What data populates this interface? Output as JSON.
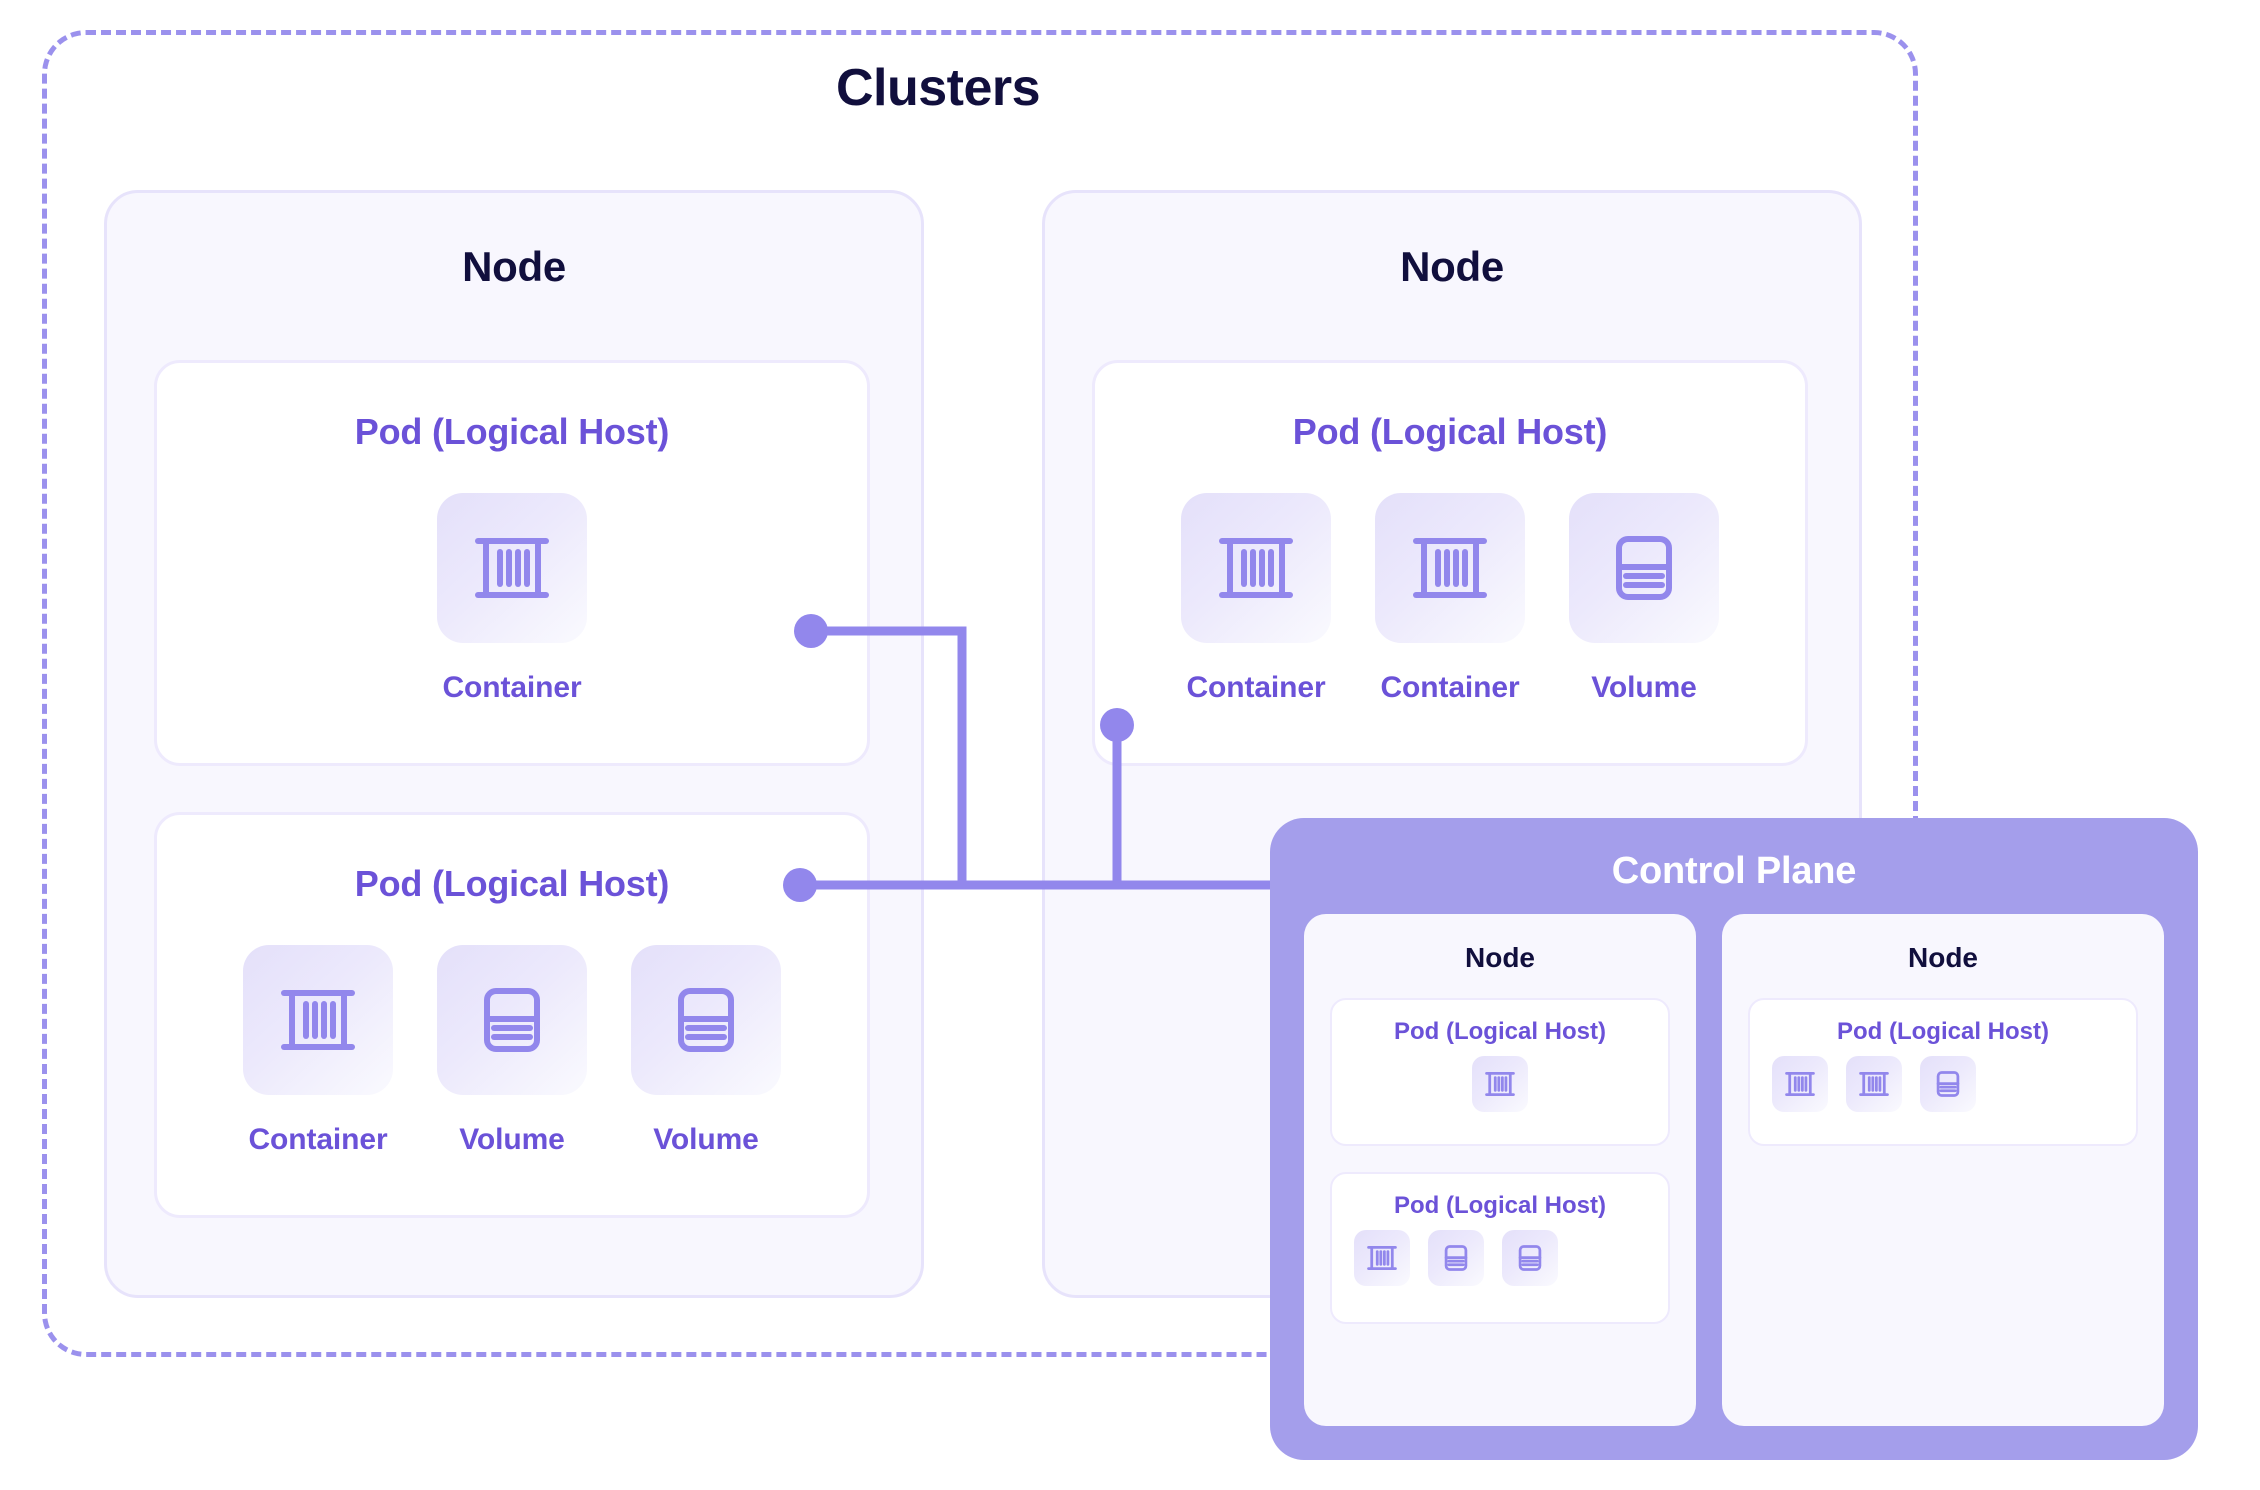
{
  "diagram": {
    "title": "Clusters",
    "accent_color": "#7c63e0",
    "control_plane_color": "#a49eeb",
    "dark_text_color": "#110f3d",
    "node_bg_color": "#f8f7fe",
    "pod_bg_color": "#ffffff"
  },
  "labels": {
    "node": "Node",
    "pod": "Pod (Logical Host)",
    "container": "Container",
    "volume": "Volume",
    "control_plane": "Control Plane"
  },
  "clusters": {
    "title": "Clusters",
    "nodes": [
      {
        "title": "Node",
        "pods": [
          {
            "title": "Pod (Logical Host)",
            "items": [
              {
                "icon": "container-icon",
                "label": "Container"
              }
            ]
          },
          {
            "title": "Pod (Logical Host)",
            "items": [
              {
                "icon": "container-icon",
                "label": "Container"
              },
              {
                "icon": "volume-icon",
                "label": "Volume"
              },
              {
                "icon": "volume-icon",
                "label": "Volume"
              }
            ]
          }
        ]
      },
      {
        "title": "Node",
        "pods": [
          {
            "title": "Pod (Logical Host)",
            "items": [
              {
                "icon": "container-icon",
                "label": "Container"
              },
              {
                "icon": "container-icon",
                "label": "Container"
              },
              {
                "icon": "volume-icon",
                "label": "Volume"
              }
            ]
          }
        ]
      }
    ]
  },
  "control_plane": {
    "title": "Control Plane",
    "nodes": [
      {
        "title": "Node",
        "pods": [
          {
            "title": "Pod (Logical Host)",
            "items": [
              {
                "icon": "container-icon"
              }
            ]
          },
          {
            "title": "Pod (Logical Host)",
            "items": [
              {
                "icon": "container-icon"
              },
              {
                "icon": "volume-icon"
              },
              {
                "icon": "volume-icon"
              }
            ]
          }
        ]
      },
      {
        "title": "Node",
        "pods": [
          {
            "title": "Pod (Logical Host)",
            "items": [
              {
                "icon": "container-icon"
              },
              {
                "icon": "container-icon"
              },
              {
                "icon": "volume-icon"
              }
            ]
          }
        ]
      }
    ]
  }
}
